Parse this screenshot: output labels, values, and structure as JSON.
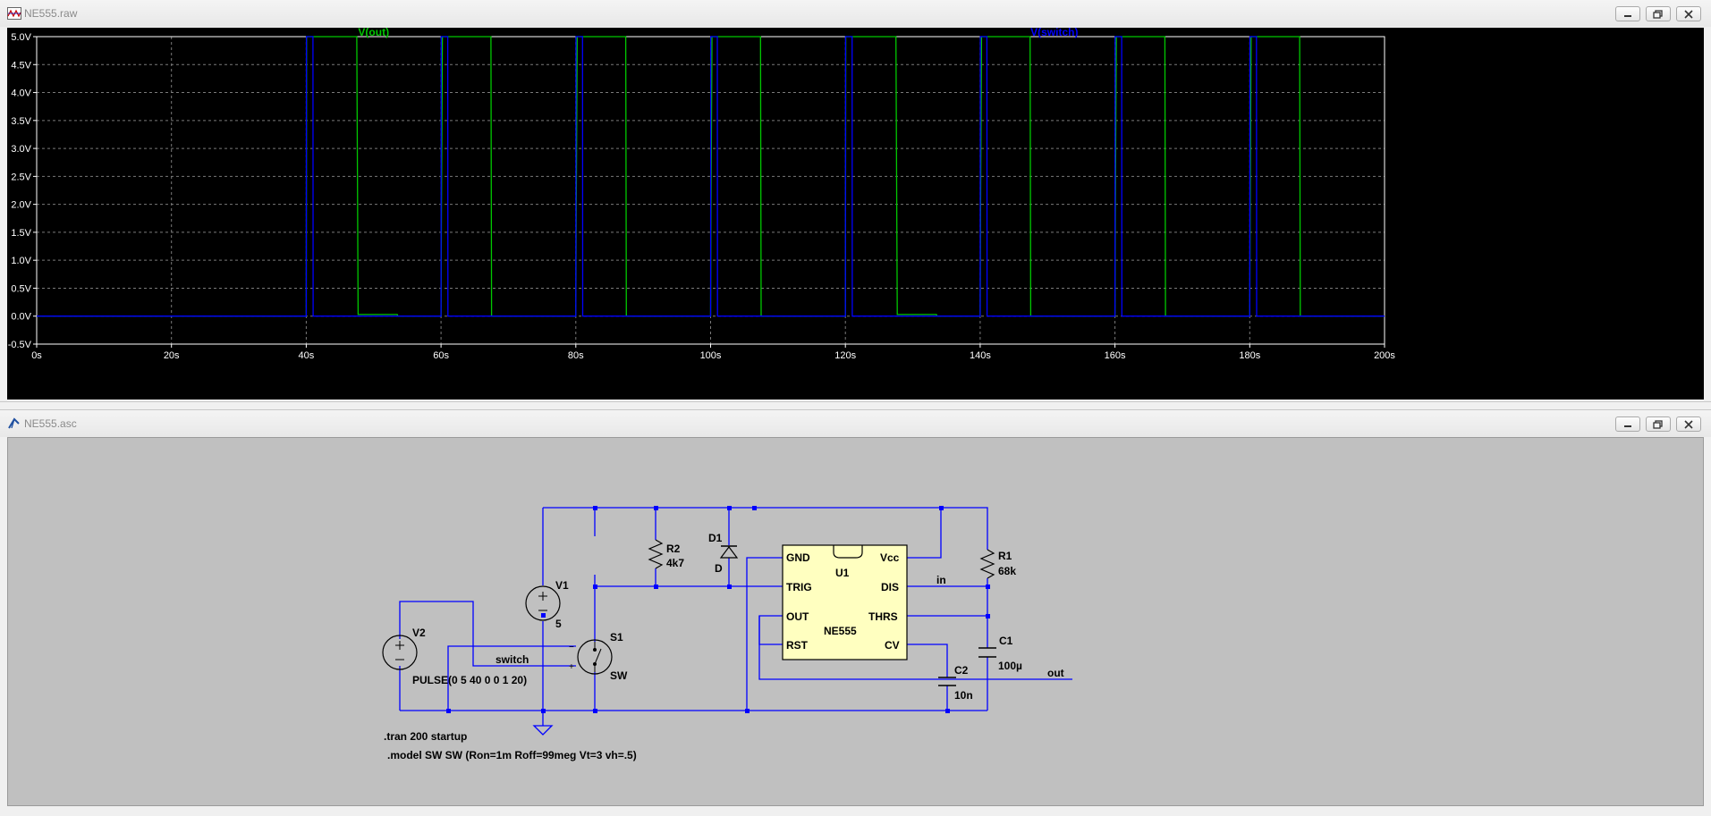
{
  "waveform_window": {
    "title": "NE555.raw",
    "buttons": [
      "minimize",
      "restore",
      "close"
    ]
  },
  "schematic_window": {
    "title": "NE555.asc",
    "buttons": [
      "minimize",
      "restore",
      "close"
    ]
  },
  "colors": {
    "plot_background": "#000000",
    "axis_text": "#ffffff",
    "grid": "#7a7a7a",
    "vout_trace": "#00c800",
    "vswitch_trace": "#0000ff",
    "schematic_background": "#c0c0c0",
    "wire": "#0000ff",
    "ic_fill": "#ffffc0"
  },
  "chart_data": {
    "type": "line",
    "xlabel": "",
    "ylabel": "",
    "xlim": [
      0,
      200
    ],
    "ylim": [
      -0.5,
      5.0
    ],
    "x_ticks": [
      "0s",
      "20s",
      "40s",
      "60s",
      "80s",
      "100s",
      "120s",
      "140s",
      "160s",
      "180s",
      "200s"
    ],
    "y_ticks": [
      "5.0V",
      "4.5V",
      "4.0V",
      "3.5V",
      "3.0V",
      "2.5V",
      "2.0V",
      "1.5V",
      "1.0V",
      "0.5V",
      "0.0V",
      "-0.5V"
    ],
    "grid": true,
    "series": [
      {
        "name": "V(out)",
        "color": "#00c800",
        "x": [
          0,
          40,
          40.05,
          47.5,
          47.7,
          53.5,
          53.6,
          60,
          60.05,
          60.2,
          61.2,
          61.3,
          67.4,
          67.5,
          80,
          80.05,
          80.2,
          81.2,
          81.3,
          87.4,
          87.5,
          100,
          100.05,
          100.2,
          101.2,
          101.3,
          107.4,
          107.5,
          120,
          120.05,
          127.5,
          127.7,
          133.5,
          133.6,
          140,
          140.05,
          140.2,
          141.2,
          141.3,
          147.4,
          147.5,
          160,
          160.05,
          160.2,
          161.2,
          161.3,
          167.4,
          167.5,
          180,
          180.05,
          180.2,
          181.2,
          181.3,
          187.4,
          187.5,
          200
        ],
        "y": [
          0,
          0,
          5,
          5,
          0.03,
          0.03,
          0,
          0,
          1.8,
          5,
          5,
          5,
          5,
          0,
          0,
          1.8,
          5,
          5,
          5,
          5,
          0,
          0,
          1.8,
          5,
          5,
          5,
          5,
          0,
          0,
          5,
          5,
          0.03,
          0.03,
          0,
          0,
          1.8,
          5,
          5,
          5,
          5,
          0,
          0,
          1.8,
          5,
          5,
          5,
          5,
          0,
          0,
          1.8,
          5,
          5,
          5,
          5,
          0,
          0
        ]
      },
      {
        "name": "V(switch)",
        "color": "#0000ff",
        "x": [
          0,
          40,
          40.02,
          41.0,
          41.02,
          60,
          60.02,
          61.0,
          61.02,
          80,
          80.02,
          81.0,
          81.02,
          100,
          100.02,
          101.0,
          101.02,
          120,
          120.02,
          121.0,
          121.02,
          140,
          140.02,
          141.0,
          141.02,
          160,
          160.02,
          161.0,
          161.02,
          180,
          180.02,
          181.0,
          181.02,
          200
        ],
        "y": [
          0,
          0,
          5,
          5,
          0,
          0,
          5,
          5,
          0,
          0,
          5,
          5,
          0,
          0,
          5,
          5,
          0,
          0,
          5,
          5,
          0,
          0,
          5,
          5,
          0,
          0,
          5,
          5,
          0,
          0,
          5,
          5,
          0,
          0
        ]
      }
    ]
  },
  "schematic": {
    "components": {
      "r2": {
        "ref": "R2",
        "value": "4k7"
      },
      "r1": {
        "ref": "R1",
        "value": "68k"
      },
      "d1": {
        "ref": "D1",
        "value": "D"
      },
      "v1": {
        "ref": "V1",
        "value": "5"
      },
      "v2": {
        "ref": "V2",
        "value": "PULSE(0 5 40 0 0 1 20)"
      },
      "s1": {
        "ref": "S1",
        "value": "SW"
      },
      "c1": {
        "ref": "C1",
        "value": "100µ"
      },
      "c2": {
        "ref": "C2",
        "value": "10n"
      },
      "u1": {
        "ref": "U1",
        "value": "NE555",
        "pins": {
          "gnd": "GND",
          "vcc": "Vcc",
          "trig": "TRIG",
          "dis": "DIS",
          "out": "OUT",
          "thrs": "THRS",
          "rst": "RST",
          "cv": "CV"
        }
      }
    },
    "net_labels": {
      "switch": "switch",
      "in": "in",
      "out": "out"
    },
    "directives": {
      "tran": ".tran 200 startup",
      "model": ".model SW SW (Ron=1m Roff=99meg Vt=3 vh=.5)"
    }
  }
}
